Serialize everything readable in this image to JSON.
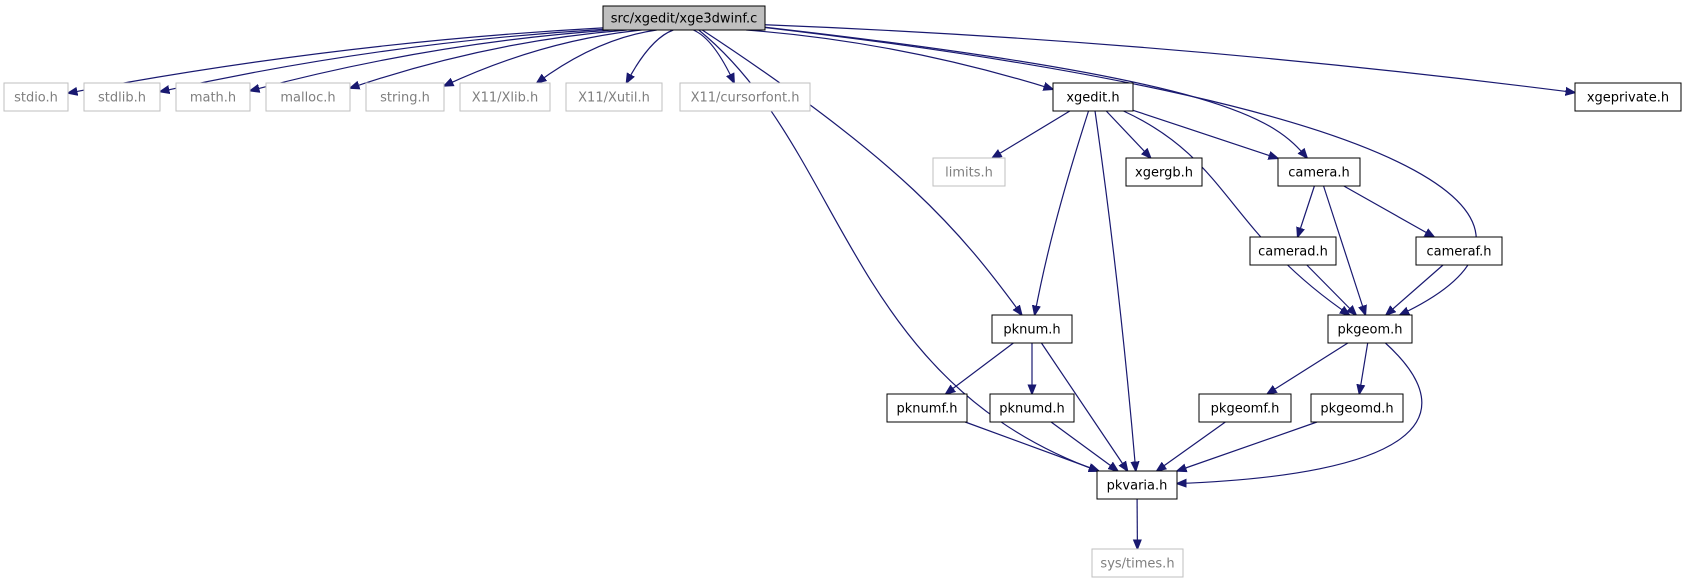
{
  "diagram": {
    "colors": {
      "edge": "#191970",
      "root_fill": "#bfbfbf",
      "node_fill": "#ffffff",
      "node_border": "#000000",
      "missing_border": "#bfbfbf",
      "label": "#000000",
      "missing_label": "#7f7f7f"
    },
    "nodes": [
      {
        "id": "root",
        "label": "src/xgedit/xge3dwinf.c",
        "kind": "root"
      },
      {
        "id": "stdio",
        "label": "stdio.h",
        "kind": "missing"
      },
      {
        "id": "stdlib",
        "label": "stdlib.h",
        "kind": "missing"
      },
      {
        "id": "math",
        "label": "math.h",
        "kind": "missing"
      },
      {
        "id": "malloc",
        "label": "malloc.h",
        "kind": "missing"
      },
      {
        "id": "string",
        "label": "string.h",
        "kind": "missing"
      },
      {
        "id": "xlib",
        "label": "X11/Xlib.h",
        "kind": "missing"
      },
      {
        "id": "xutil",
        "label": "X11/Xutil.h",
        "kind": "missing"
      },
      {
        "id": "cursorfont",
        "label": "X11/cursorfont.h",
        "kind": "missing"
      },
      {
        "id": "xgedit",
        "label": "xgedit.h",
        "kind": "file"
      },
      {
        "id": "xgeprivate",
        "label": "xgeprivate.h",
        "kind": "file"
      },
      {
        "id": "limits",
        "label": "limits.h",
        "kind": "missing"
      },
      {
        "id": "xgergb",
        "label": "xgergb.h",
        "kind": "file"
      },
      {
        "id": "camera",
        "label": "camera.h",
        "kind": "file"
      },
      {
        "id": "camerad",
        "label": "camerad.h",
        "kind": "file"
      },
      {
        "id": "cameraf",
        "label": "cameraf.h",
        "kind": "file"
      },
      {
        "id": "pknum",
        "label": "pknum.h",
        "kind": "file"
      },
      {
        "id": "pkgeom",
        "label": "pkgeom.h",
        "kind": "file"
      },
      {
        "id": "pknumf",
        "label": "pknumf.h",
        "kind": "file"
      },
      {
        "id": "pknumd",
        "label": "pknumd.h",
        "kind": "file"
      },
      {
        "id": "pkgeomf",
        "label": "pkgeomf.h",
        "kind": "file"
      },
      {
        "id": "pkgeomd",
        "label": "pkgeomd.h",
        "kind": "file"
      },
      {
        "id": "pkvaria",
        "label": "pkvaria.h",
        "kind": "file"
      },
      {
        "id": "systimes",
        "label": "sys/times.h",
        "kind": "missing"
      }
    ],
    "edges": [
      {
        "from": "root",
        "to": "stdio"
      },
      {
        "from": "root",
        "to": "stdlib"
      },
      {
        "from": "root",
        "to": "math"
      },
      {
        "from": "root",
        "to": "malloc"
      },
      {
        "from": "root",
        "to": "string"
      },
      {
        "from": "root",
        "to": "xlib"
      },
      {
        "from": "root",
        "to": "xutil"
      },
      {
        "from": "root",
        "to": "cursorfont"
      },
      {
        "from": "root",
        "to": "xgedit"
      },
      {
        "from": "root",
        "to": "xgeprivate"
      },
      {
        "from": "root",
        "to": "pknum"
      },
      {
        "from": "root",
        "to": "camera"
      },
      {
        "from": "root",
        "to": "pkgeom"
      },
      {
        "from": "root",
        "to": "pkvaria"
      },
      {
        "from": "xgedit",
        "to": "limits"
      },
      {
        "from": "xgedit",
        "to": "xgergb"
      },
      {
        "from": "xgedit",
        "to": "camera"
      },
      {
        "from": "xgedit",
        "to": "pknum"
      },
      {
        "from": "xgedit",
        "to": "pkvaria"
      },
      {
        "from": "xgedit",
        "to": "pkgeom"
      },
      {
        "from": "camera",
        "to": "camerad"
      },
      {
        "from": "camera",
        "to": "cameraf"
      },
      {
        "from": "camera",
        "to": "pkgeom"
      },
      {
        "from": "camerad",
        "to": "pkgeom"
      },
      {
        "from": "cameraf",
        "to": "pkgeom"
      },
      {
        "from": "pknum",
        "to": "pknumf"
      },
      {
        "from": "pknum",
        "to": "pknumd"
      },
      {
        "from": "pknum",
        "to": "pkvaria"
      },
      {
        "from": "pkgeom",
        "to": "pkgeomf"
      },
      {
        "from": "pkgeom",
        "to": "pkgeomd"
      },
      {
        "from": "pkgeom",
        "to": "pkvaria"
      },
      {
        "from": "pknumf",
        "to": "pkvaria"
      },
      {
        "from": "pknumd",
        "to": "pkvaria"
      },
      {
        "from": "pkgeomf",
        "to": "pkvaria"
      },
      {
        "from": "pkgeomd",
        "to": "pkvaria"
      },
      {
        "from": "pkvaria",
        "to": "systimes"
      }
    ]
  }
}
